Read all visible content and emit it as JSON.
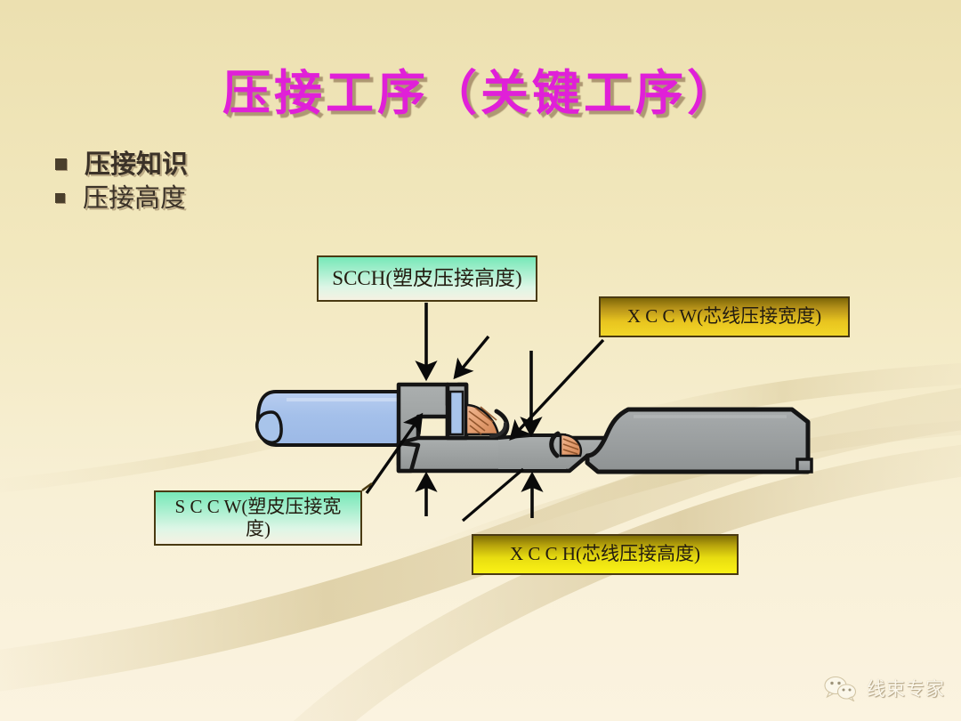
{
  "slide": {
    "title": "压接工序（关键工序）",
    "title_color": "#e020d8",
    "background_top_color": "#ece0b0",
    "background_bottom_color": "#fbf3e0"
  },
  "bullets": [
    {
      "label": "压接知识",
      "marker": "square-bullet",
      "emphasis": "bold"
    },
    {
      "label": "压接高度",
      "marker": "square-bullet",
      "emphasis": "normal"
    }
  ],
  "callouts": [
    {
      "id": "scch",
      "label": "SCCH(塑皮压接高度)",
      "style": "green",
      "accent_color": "#77e8b8",
      "border_color": "#4a3a12",
      "connector": "vertical-arrow-down"
    },
    {
      "id": "xccw",
      "label": "X C C W(芯线压接宽度)",
      "style": "gold",
      "accent_color": "#e8c41f",
      "border_color": "#4a3a12",
      "connector": "diagonal-leader-line"
    },
    {
      "id": "sccw",
      "label": "S C C W(塑皮压接宽度)",
      "style": "green",
      "accent_color": "#77e8b8",
      "border_color": "#4a3a12",
      "connector": "diagonal-arrow-up-right"
    },
    {
      "id": "xcch",
      "label": "X C C H(芯线压接高度)",
      "style": "yellow",
      "accent_color": "#fbf215",
      "border_color": "#4a3a12",
      "connector": "vertical-arrows-up"
    }
  ],
  "diagram": {
    "name": "crimp-terminal-cross-section",
    "parts": [
      {
        "name": "wire-insulation",
        "color": "#a8c4ea",
        "description": "蓝色绝缘皮"
      },
      {
        "name": "terminal-body",
        "color": "#9fa3a3",
        "description": "灰色端子金属体"
      },
      {
        "name": "copper-strands",
        "color": "#e5a074",
        "description": "铜芯线"
      },
      {
        "name": "connector-barrel",
        "color": "#9b9fa0",
        "description": "端子连接箱体"
      }
    ],
    "outline_color": "#151515"
  },
  "watermark": {
    "text": "线束专家",
    "icon": "wechat-icon"
  }
}
